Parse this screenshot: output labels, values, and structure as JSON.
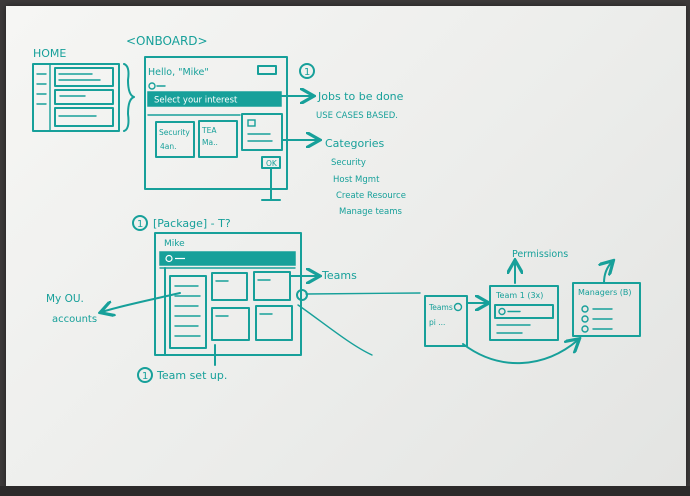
{
  "home": {
    "label": "HOME"
  },
  "onboard": {
    "label": "<ONBOARD>",
    "greeting": "Hello, \"Mike\"",
    "select_bar": "Select your interest",
    "card1_line1": "Security",
    "card1_line2": "4an.",
    "card2_line1": "TEA",
    "card2_line2": "Ma..",
    "ok_label": "OK",
    "step_number": "1",
    "jobs_title": "Jobs to be done",
    "jobs_subtitle": "USE CASES BASED.",
    "categories_title": "Categories",
    "categories": [
      "Security",
      "Host Mgmt",
      "Create Resource",
      "Manage teams"
    ]
  },
  "package": {
    "step_number": "1",
    "title": "[Package] - T?",
    "name": "Mike",
    "teams_label": "Teams",
    "accounts_label_line1": "My OU.",
    "accounts_label_line2": "accounts",
    "team_setup_number": "1",
    "team_setup_label": "Team set up."
  },
  "teams_flow": {
    "permissions_label": "Permissions",
    "card_teams_line1": "Teams",
    "card_teams_line2": "pi ...",
    "card_team1_title": "Team 1 (3x)",
    "card_managers_title": "Managers (B)"
  }
}
